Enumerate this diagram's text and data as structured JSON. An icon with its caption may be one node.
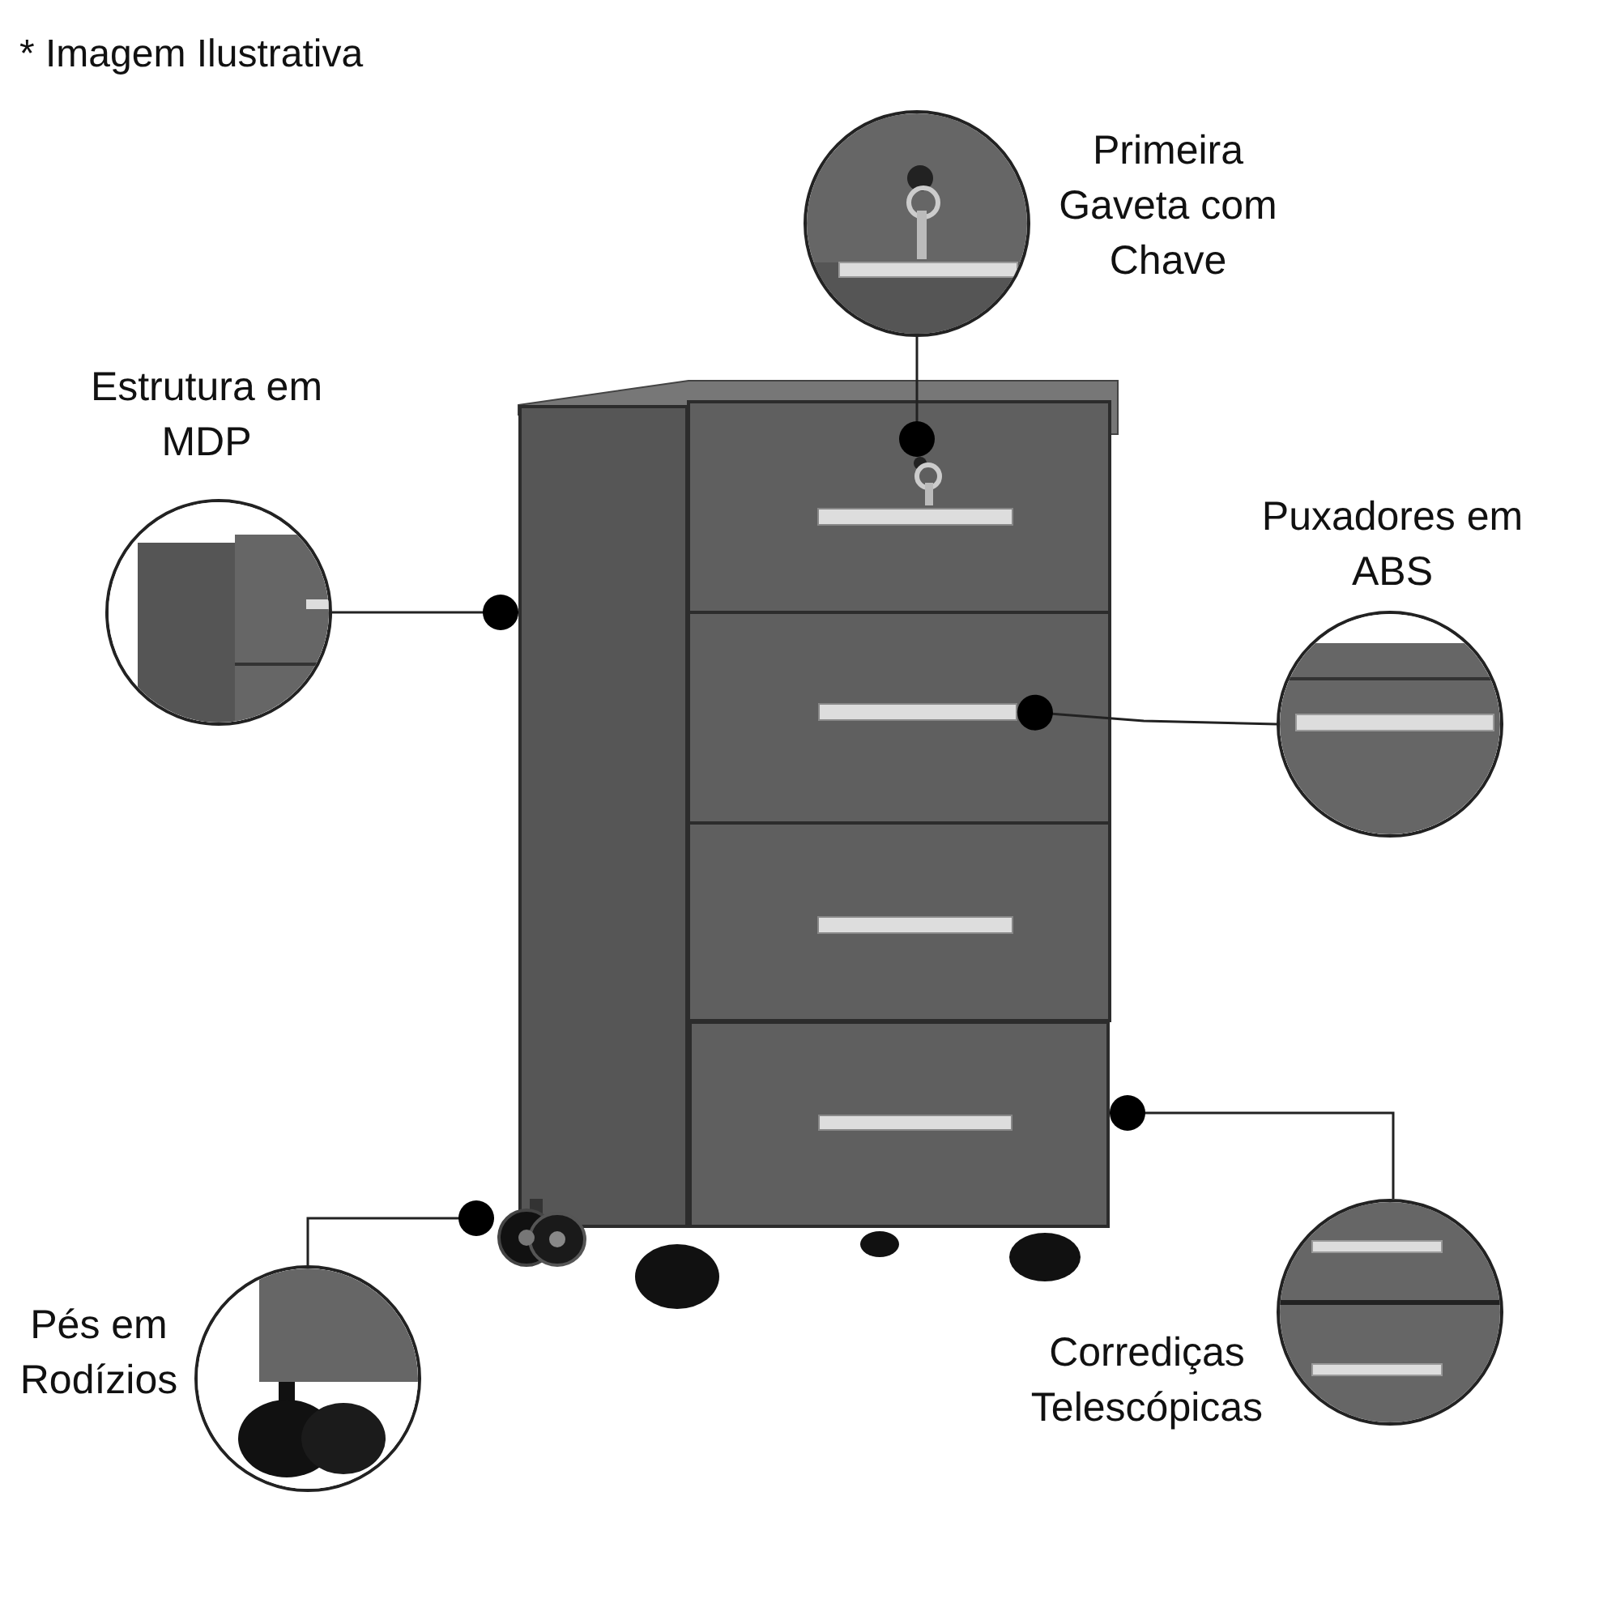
{
  "diagram": {
    "nodes": [
      {
        "text": [],
        "shape": "picture"
      },
      {
        "text": [],
        "shape": "box",
        "in": 0
      },
      {
        "text": [],
        "shape": "picture",
        "in": 0
      },
      {
        "text": [],
        "shape": "bar",
        "in": 0
      },
      {
        "text": [],
        "shape": "box",
        "in": 0
      },
      {
        "text": [],
        "shape": "picture",
        "in": 0
      },
      {
        "text": [
          "Primeira Gaveta com Chave"
        ]
      },
      {
        "text": [
          "Estrutura em MDP"
        ]
      },
      {
        "text": [
          "Puxadores em ABS"
        ]
      },
      {
        "text": [
          "Pés em Rodízios"
        ]
      },
      {
        "text": [
          "Corrediças Telescópicas"
        ]
      }
    ],
    "edges": [
      {
        "from": 6,
        "to": 2,
        "arrow": "other"
      },
      {
        "from": 7,
        "to": 1,
        "arrow": "other"
      },
      {
        "from": 8,
        "to": 3,
        "arrow": "other"
      },
      {
        "from": 9,
        "to": 5,
        "arrow": "other"
      },
      {
        "from": 10,
        "to": 4,
        "arrow": "other"
      }
    ],
    "labels": [
      "* Imagem Ilustrativa"
    ]
  }
}
